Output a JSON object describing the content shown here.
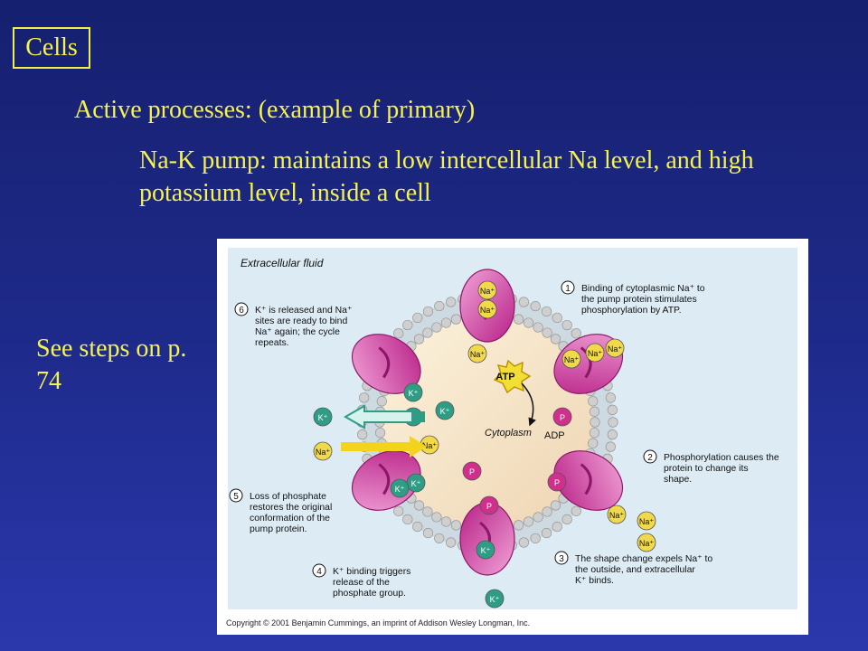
{
  "header": {
    "section_label": "Cells",
    "heading": "Active processes:  (example of primary)",
    "subheading": "Na-K pump: maintains a low intercellular Na level, and high potassium level, inside a cell"
  },
  "side_note": "See steps on p. 74",
  "figure": {
    "title": "Extracellular fluid",
    "cytoplasm_label": "Cytoplasm",
    "atp_label": "ATP",
    "adp_label": "ADP",
    "na_label": "Na⁺",
    "k_label": "K⁺",
    "p_label": "P",
    "steps": [
      {
        "number": "1",
        "text": "Binding of cytoplasmic Na⁺ to the pump protein stimulates phosphorylation by ATP."
      },
      {
        "number": "2",
        "text": "Phosphorylation causes the protein to change its shape."
      },
      {
        "number": "3",
        "text": "The shape change expels Na⁺ to the outside, and extracellular K⁺ binds."
      },
      {
        "number": "4",
        "text": "K⁺ binding triggers release of the phosphate group."
      },
      {
        "number": "5",
        "text": "Loss of phosphate restores the original conformation of the pump protein."
      },
      {
        "number": "6",
        "text": "K⁺ is released and Na⁺ sites are ready to bind Na⁺ again; the cycle repeats."
      }
    ],
    "copyright": "Copyright © 2001 Benjamin Cummings, an imprint of Addison Wesley Longman, Inc."
  },
  "colors": {
    "background": "#1f2b8c",
    "text": "#f7f34a",
    "membrane": "#d8d8d8",
    "pump": "#d94aa6",
    "na": "#f1d94a",
    "k": "#2f9d86",
    "phosphate": "#d0308b",
    "atp": "#f3df34",
    "arrow_k": "#2f9d86",
    "arrow_na": "#f3d31c"
  }
}
